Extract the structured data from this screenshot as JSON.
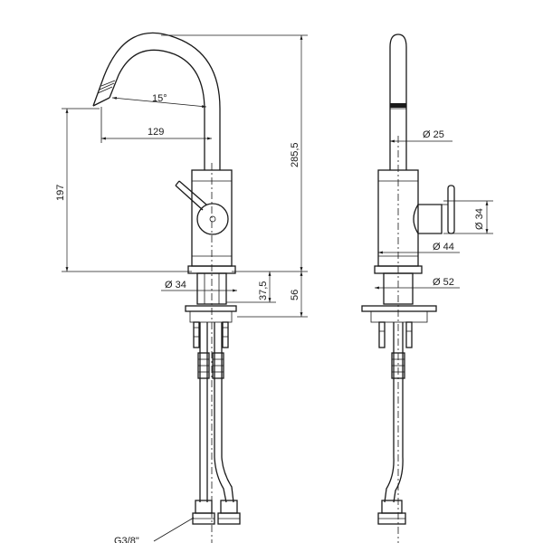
{
  "dimensions": {
    "spout_angle": "15°",
    "spout_reach": "129",
    "outlet_height": "197",
    "total_height": "285,5",
    "base_diameter": "Ø 34",
    "base_height": "37,5",
    "mount_depth": "56",
    "spout_diameter": "Ø 25",
    "lever_diameter": "Ø 34",
    "body_diameter": "Ø 44",
    "flange_diameter": "Ø 52",
    "thread": "G3/8\""
  },
  "colors": {
    "line": "#1a1a1a",
    "background": "#ffffff"
  }
}
